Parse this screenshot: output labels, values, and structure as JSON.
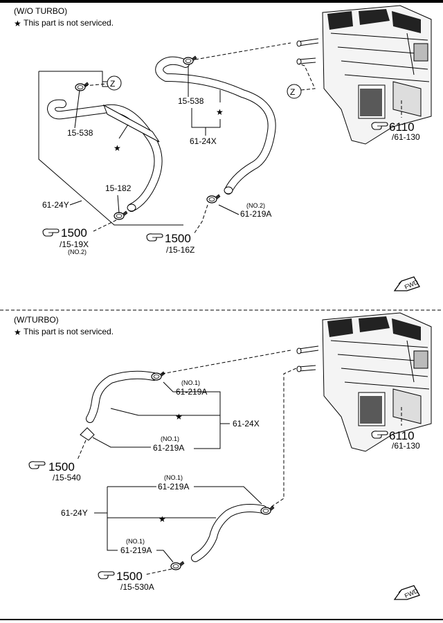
{
  "top_section": {
    "title": "(W/O TURBO)",
    "note_star": "★",
    "note_text": "This part is not serviced.",
    "labels": {
      "z_left": "Z",
      "z_right": "Z",
      "p15_538_left": "15-538",
      "p15_538_right": "15-538",
      "p15_182": "15-182",
      "p61_24y": "61-24Y",
      "p61_24x": "61-24X",
      "no2": "(NO.2)",
      "p61_219a": "61-219A",
      "ref1500_a": "1500",
      "ref1500_a_sub": "/15-19X",
      "ref1500_a_sub2": "(NO.2)",
      "ref1500_b": "1500",
      "ref1500_b_sub": "/15-16Z",
      "ref6110": "6110",
      "ref6110_sub": "/61-130",
      "fwd": "FWD"
    }
  },
  "bottom_section": {
    "title": "(W/TURBO)",
    "note_star": "★",
    "note_text": "This part is not serviced.",
    "labels": {
      "no1_a": "(NO.1)",
      "p61_219a_a": "61-219A",
      "no1_b": "(NO.1)",
      "p61_219a_b": "61-219A",
      "p61_24x": "61-24X",
      "ref1500_a": "1500",
      "ref1500_a_sub": "/15-540",
      "no1_c": "(NO.1)",
      "p61_219a_c": "61-219A",
      "p61_24y": "61-24Y",
      "no1_d": "(NO.1)",
      "p61_219a_d": "61-219A",
      "ref1500_b": "1500",
      "ref1500_b_sub": "/15-530A",
      "ref6110": "6110",
      "ref6110_sub": "/61-130",
      "fwd": "FWD"
    }
  }
}
